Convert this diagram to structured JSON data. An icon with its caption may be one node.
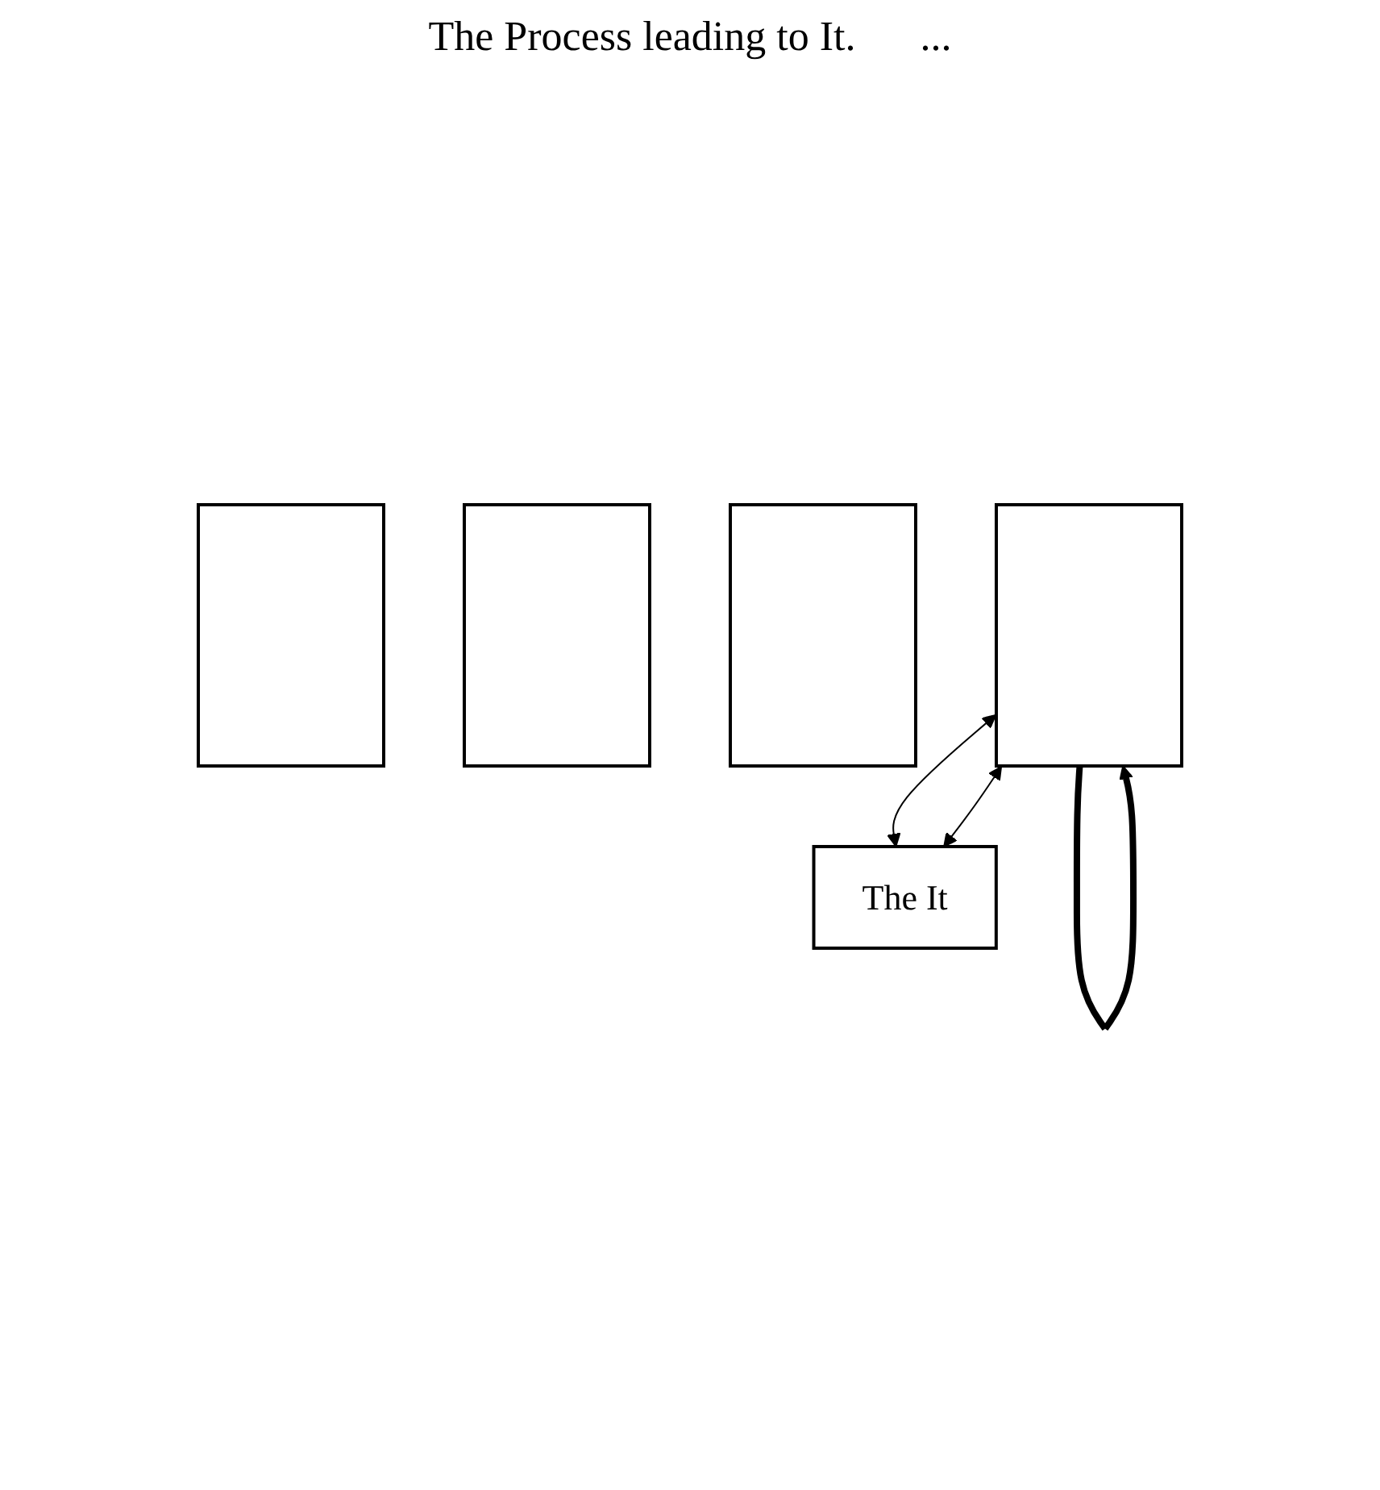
{
  "diagram": {
    "nodes": [
      {
        "text": [
          "The It"
        ]
      },
      {
        "text": [],
        "shape": "box"
      },
      {
        "text": [],
        "shape": "box"
      },
      {
        "text": [],
        "shape": "box"
      },
      {
        "text": [],
        "shape": "box"
      }
    ],
    "edges": [
      {
        "from": 4,
        "to": 0,
        "arrow": "both"
      },
      {
        "from": 4,
        "to": 0,
        "arrow": "both"
      },
      {
        "from": 4,
        "to": 4,
        "arrow": "to",
        "style": "thick"
      }
    ],
    "labels": [
      "The Process leading to It.",
      "..."
    ]
  }
}
